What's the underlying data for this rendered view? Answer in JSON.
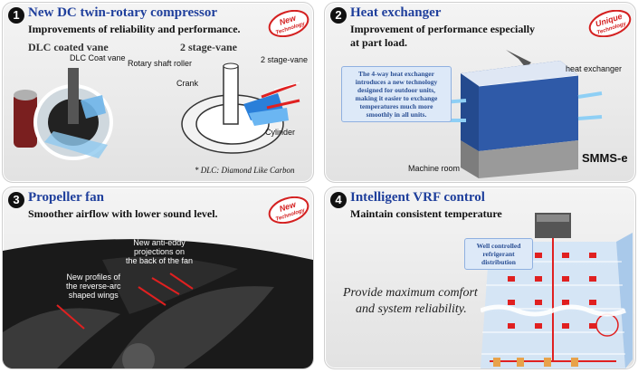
{
  "panels": [
    {
      "number": "1",
      "title": "New DC twin-rotary compressor",
      "subtitle": "Improvements of reliability and performance.",
      "badge": [
        "New",
        "Technology"
      ],
      "headers": [
        "DLC coated vane",
        "2 stage-vane"
      ],
      "labels": [
        "DLC Coat vane",
        "Rotary shaft roller",
        "Crank",
        "2 stage-vane",
        "Cylinder"
      ],
      "footnote": "* DLC: Diamond Like Carbon"
    },
    {
      "number": "2",
      "title": "Heat exchanger",
      "subtitle_lines": [
        "Improvement of performance especially",
        "at part load."
      ],
      "badge": [
        "Unique",
        "Technology"
      ],
      "info_lines": [
        "The 4-way heat exchanger",
        "introduces a new technology",
        "designed for outdoor units,",
        "making it easier to exchange",
        "temperatures much more",
        "smoothly in all units."
      ],
      "labels": [
        "heat exchanger",
        "Machine room"
      ],
      "product": "SMMS-e"
    },
    {
      "number": "3",
      "title": "Propeller fan",
      "subtitle": "Smoother airflow with lower sound level.",
      "badge": [
        "New",
        "Technology"
      ],
      "callout1_lines": [
        "New anti-eddy",
        "projections on",
        "the back of the fan"
      ],
      "callout2_lines": [
        "New profiles of",
        "the reverse-arc",
        "shaped wings"
      ]
    },
    {
      "number": "4",
      "title": "Intelligent VRF control",
      "subtitle": "Maintain consistent temperature",
      "info_lines": [
        "Well controlled",
        "refrigerant",
        "distribution"
      ],
      "slogan_lines": [
        "Provide maximum comfort",
        "and system reliability."
      ]
    }
  ],
  "colors": {
    "title_blue": "#1f3f9c",
    "badge_red": "#d42020",
    "accent_red": "#e02020"
  }
}
